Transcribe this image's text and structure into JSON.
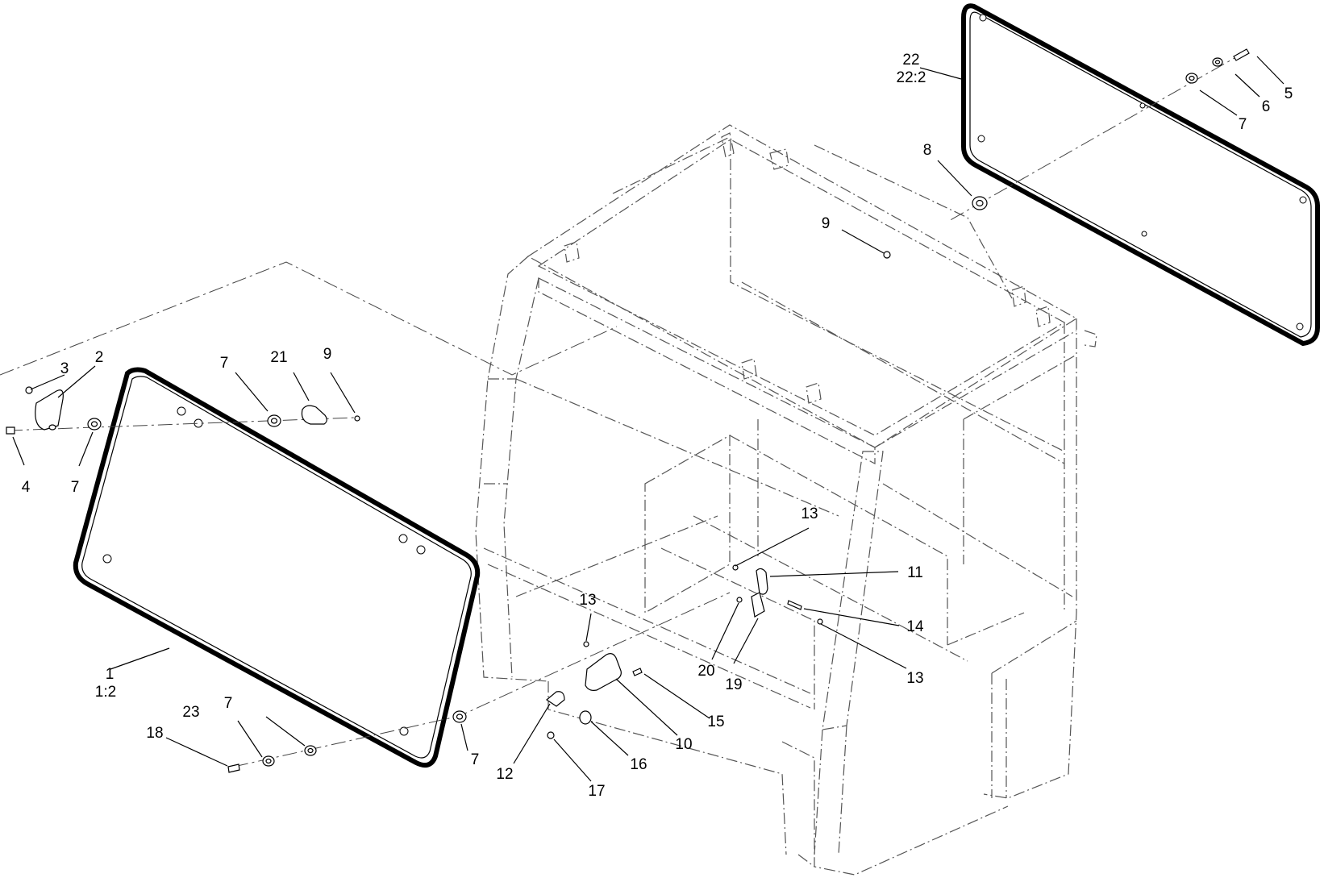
{
  "callouts": [
    {
      "id": "c22",
      "text": "22"
    },
    {
      "id": "c22-2",
      "text": "22:2"
    },
    {
      "id": "c5",
      "text": "5"
    },
    {
      "id": "c6",
      "text": "6"
    },
    {
      "id": "c7-top",
      "text": "7"
    },
    {
      "id": "c8",
      "text": "8"
    },
    {
      "id": "c9-top",
      "text": "9"
    },
    {
      "id": "c3",
      "text": "3"
    },
    {
      "id": "c2",
      "text": "2"
    },
    {
      "id": "c7-a",
      "text": "7"
    },
    {
      "id": "c21",
      "text": "21"
    },
    {
      "id": "c9-left",
      "text": "9"
    },
    {
      "id": "c4",
      "text": "4"
    },
    {
      "id": "c7-b",
      "text": "7"
    },
    {
      "id": "c13-a",
      "text": "13"
    },
    {
      "id": "c11",
      "text": "11"
    },
    {
      "id": "c13-b",
      "text": "13"
    },
    {
      "id": "c14",
      "text": "14"
    },
    {
      "id": "c20",
      "text": "20"
    },
    {
      "id": "c13-c",
      "text": "13"
    },
    {
      "id": "c19",
      "text": "19"
    },
    {
      "id": "c1",
      "text": "1"
    },
    {
      "id": "c1-2",
      "text": "1:2"
    },
    {
      "id": "c15",
      "text": "15"
    },
    {
      "id": "c10",
      "text": "10"
    },
    {
      "id": "c23",
      "text": "23"
    },
    {
      "id": "c7-c",
      "text": "7"
    },
    {
      "id": "c18",
      "text": "18"
    },
    {
      "id": "c7-d",
      "text": "7"
    },
    {
      "id": "c16",
      "text": "16"
    },
    {
      "id": "c12",
      "text": "12"
    },
    {
      "id": "c17",
      "text": "17"
    }
  ]
}
